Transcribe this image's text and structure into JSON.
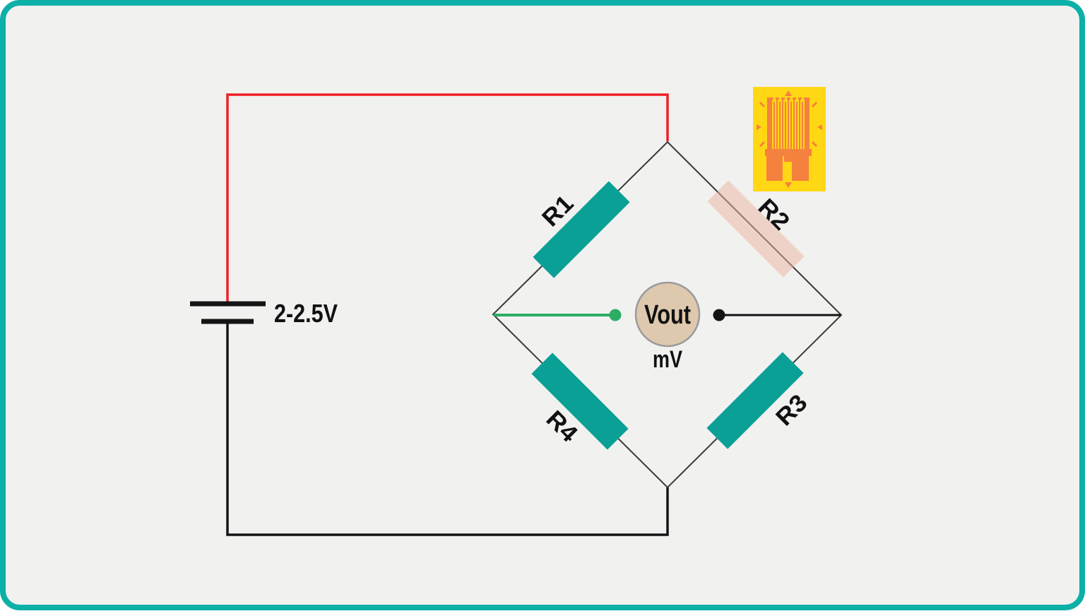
{
  "frame": {
    "background": "#f1f1f0",
    "border_color": "#0db0a7"
  },
  "battery": {
    "voltage_label": "2-2.5V"
  },
  "meter": {
    "label": "Vout",
    "unit": "mV",
    "fill": "#dec8ae",
    "border": "#9b9b9b"
  },
  "wires": {
    "positive_color": "#ef1f24",
    "negative_color": "#141414",
    "bridge_line_color": "#3a3a3a",
    "sense_positive_color": "#2bad63"
  },
  "bridge": {
    "resistors": [
      {
        "label": "R1",
        "color": "#0aa096"
      },
      {
        "label": "R2",
        "color": "#eeb39e"
      },
      {
        "label": "R3",
        "color": "#0aa096"
      },
      {
        "label": "R4",
        "color": "#0aa096"
      }
    ]
  },
  "strain_gauge": {
    "base_color": "#ffd714",
    "pattern_color": "#f5813f"
  }
}
